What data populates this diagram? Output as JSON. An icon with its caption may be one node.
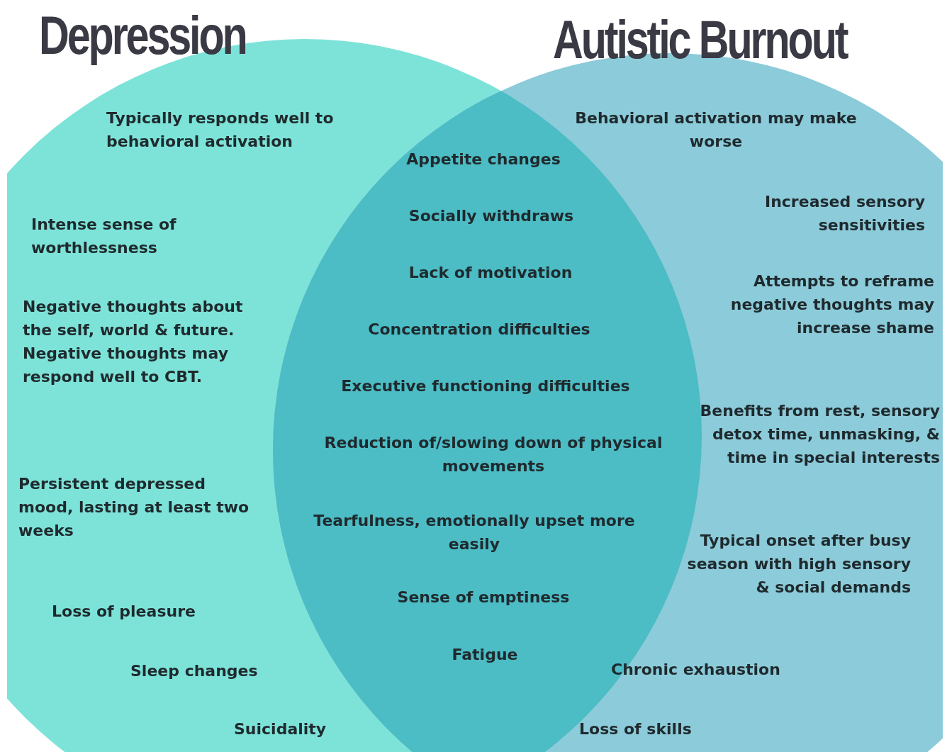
{
  "diagram": {
    "nodes": [
      {
        "text": [
          "Depression"
        ]
      },
      {
        "text": [
          "Autistic Burnout"
        ]
      }
    ],
    "edges": [],
    "labels": [
      "Typically responds well to behavioral activation",
      "Behavioral activation may make worse",
      "Appetite changes",
      "Increased sensory sensitivities",
      "Intense sense of worthlessness",
      "Socially withdraws",
      "Lack of motivation",
      "Attempts to reframe negative thoughts may increase shame",
      "Negative thoughts about the self, world & future. Negative thoughts may respond well to CBT.",
      "Concentration difficulties",
      "Executive functioning difficulties",
      "Benefits from rest, sensory detox time, unmasking, & time in special interests",
      "Reduction of/slowing down of physical movements",
      "Persistent depressed mood, lasting at least two weeks",
      "Tearfulness, emotionally upset more easily",
      "Typical onset after busy season with high sensory & social demands",
      "Sense of emptiness",
      "Loss of pleasure",
      "Fatigue",
      "Sleep changes",
      "Chronic exhaustion",
      "Suicidality",
      "Loss of skills"
    ]
  }
}
